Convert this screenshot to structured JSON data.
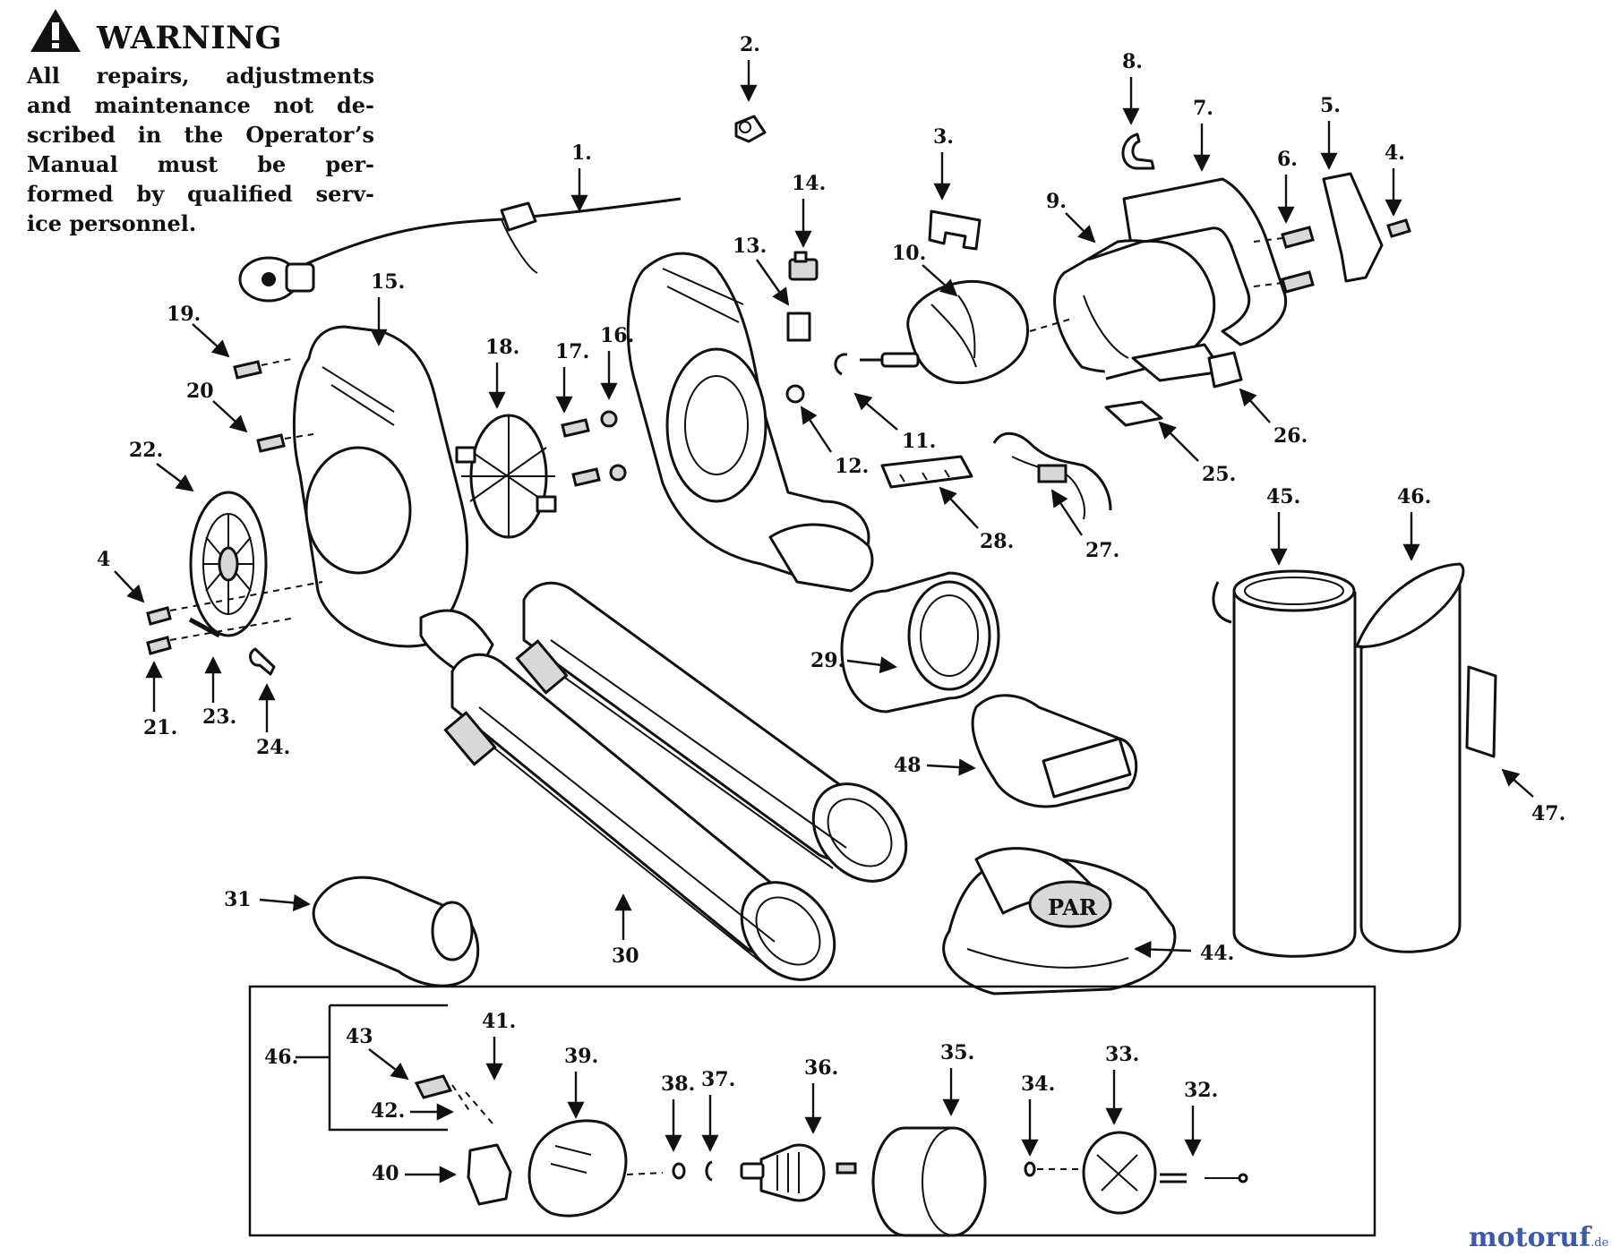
{
  "warning": {
    "title": "WARNING",
    "lines": [
      "All repairs, adjustments",
      "and maintenance not de-",
      "scribed in the Operator’s",
      "Manual must be per-",
      "formed by qualified serv-",
      "ice personnel."
    ]
  },
  "callouts": {
    "c1": "1.",
    "c2": "2.",
    "c3": "3.",
    "c4a": "4.",
    "c4b": "4",
    "c5": "5.",
    "c6": "6.",
    "c7": "7.",
    "c8": "8.",
    "c9": "9.",
    "c10": "10.",
    "c11": "11.",
    "c12": "12.",
    "c13": "13.",
    "c14": "14.",
    "c15": "15.",
    "c16": "16.",
    "c17": "17.",
    "c18": "18.",
    "c19": "19.",
    "c20": "20",
    "c21": "21.",
    "c22": "22.",
    "c23": "23.",
    "c24": "24.",
    "c25": "25.",
    "c26": "26.",
    "c27": "27.",
    "c28": "28.",
    "c29": "29.",
    "c30": "30",
    "c31": "31",
    "c32": "32.",
    "c33": "33.",
    "c34": "34.",
    "c35": "35.",
    "c36": "36.",
    "c37": "37.",
    "c38": "38.",
    "c39": "39.",
    "c40": "40",
    "c41": "41.",
    "c42": "42.",
    "c43": "43",
    "c44": "44.",
    "c45": "45.",
    "c46a": "46.",
    "c46b": "46.",
    "c47": "47.",
    "c48": "48"
  },
  "part_print": "PAR",
  "watermark": {
    "main": "motoruf",
    "suffix": ".de"
  }
}
